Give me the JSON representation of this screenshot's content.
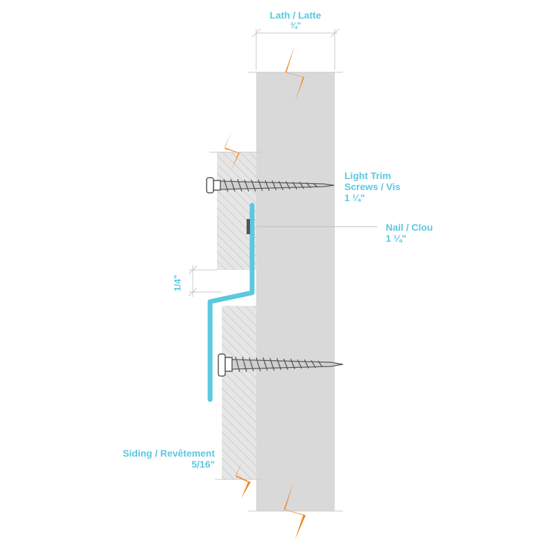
{
  "labels": {
    "lath_title": "Lath / Latte",
    "lath_size": "¾\"",
    "screws_line1": "Light Trim",
    "screws_line2": "Screws / Vis",
    "screws_size": "1 ¼\"",
    "nail_title": "Nail / Clou",
    "nail_size": "1 ¼\"",
    "gap": "1/4\"",
    "siding_title": "Siding / Revêtement",
    "siding_size": "5/16\""
  },
  "colors": {
    "accent": "#5bc8e0",
    "break_marker": "#f08a2b",
    "lath_fill": "#d9d9d9",
    "wood_fill": "#e6e6e6",
    "hatch": "#b9b9b9",
    "dimension_line": "#c8c8c8"
  },
  "icons": {
    "break": "lightning-break-marker",
    "screw": "trim-screw",
    "nail": "nail"
  }
}
